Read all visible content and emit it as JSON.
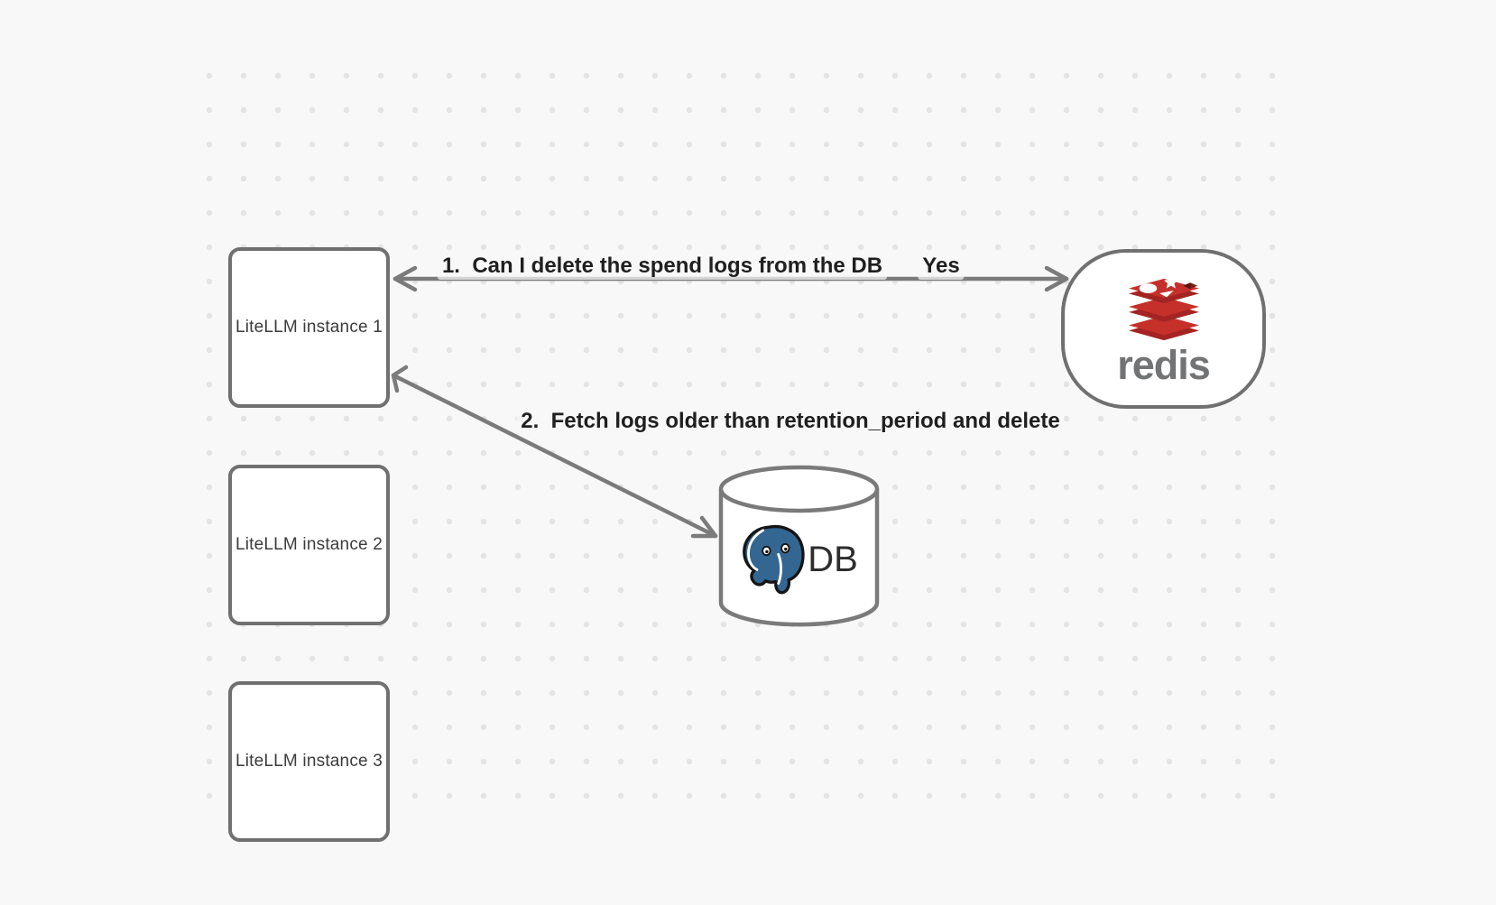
{
  "diagram": {
    "background_color": "#f8f8f8",
    "dot_color": "#e4e4e4",
    "stroke_color": "#757575",
    "nodes": {
      "instances": [
        {
          "label": "LiteLLM instance 1"
        },
        {
          "label": "LiteLLM instance 2"
        },
        {
          "label": "LiteLLM instance 3"
        }
      ],
      "redis": {
        "label": "redis",
        "icon": "redis-logo-icon",
        "brand_red": "#c6302b",
        "brand_red_dark": "#a32422",
        "wordmark_color": "#717375"
      },
      "database": {
        "label": "DB",
        "icon": "postgresql-logo-icon",
        "postgres_blue": "#336791"
      }
    },
    "arrows": [
      {
        "label": "1.  Can I delete the spend logs from the DB",
        "response": "Yes"
      },
      {
        "label": "2.  Fetch logs older than retention_period and delete"
      }
    ]
  }
}
